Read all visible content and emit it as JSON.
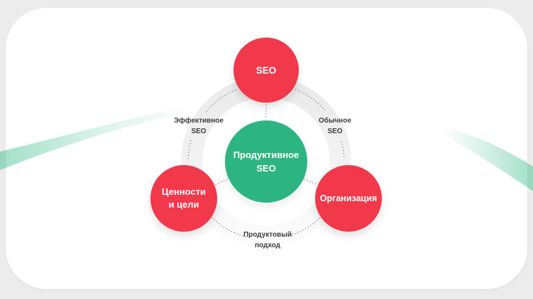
{
  "slide": {
    "type": "diagram-slide"
  },
  "colors": {
    "background": "#ececec",
    "card": "#ffffff",
    "red": "#f2384b",
    "green": "#2cb583",
    "ring_top": "#e9e9e9",
    "ring_bottom": "#fcfcfc",
    "label_text": "#3d3d3d",
    "dotted_line": "#555555",
    "ribbon_green": "#3ebd8f"
  },
  "diagram": {
    "center_node": {
      "label_line1": "Продуктивное",
      "label_line2": "SEO"
    },
    "nodes": [
      {
        "id": "top",
        "label": "SEO"
      },
      {
        "id": "bottom-left",
        "label_line1": "Ценности",
        "label_line2": "и цели"
      },
      {
        "id": "bottom-right",
        "label": "Организация"
      }
    ],
    "ring_labels": [
      {
        "id": "left",
        "line1": "Эффективное",
        "line2": "SEO"
      },
      {
        "id": "right",
        "line1": "Обычное",
        "line2": "SEO"
      },
      {
        "id": "bottom",
        "line1": "Продуктовый",
        "line2": "подход"
      }
    ]
  }
}
